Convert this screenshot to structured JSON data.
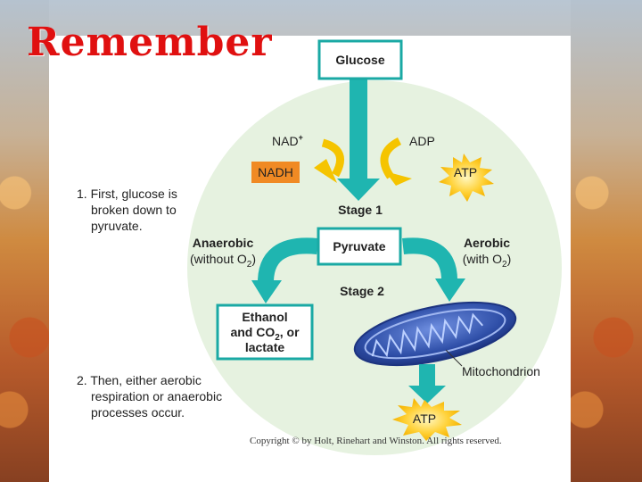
{
  "slide": {
    "title": "Remember"
  },
  "diagram": {
    "glucose": "Glucose",
    "nad_plus": "NAD",
    "nad_plus_sup": "+",
    "nadh": "NADH",
    "adp": "ADP",
    "atp_top": "ATP",
    "stage1": "Stage 1",
    "pyruvate": "Pyruvate",
    "stage2": "Stage 2",
    "anaerobic_line1": "Anaerobic",
    "anaerobic_line2_pre": "(without O",
    "anaerobic_line2_sub": "2",
    "anaerobic_line2_post": ")",
    "aerobic_line1": "Aerobic",
    "aerobic_line2_pre": "(with O",
    "aerobic_line2_sub": "2",
    "aerobic_line2_post": ")",
    "ethanol_line1": "Ethanol",
    "ethanol_line2_pre": "and CO",
    "ethanol_line2_sub": "2",
    "ethanol_line2_post": ", or",
    "ethanol_line3": "lactate",
    "mitochondrion": "Mitochondrion",
    "atp_bottom": "ATP",
    "note1_line1": "1. First, glucose is",
    "note1_line2": "broken down to",
    "note1_line3": "pyruvate.",
    "note2_line1": "2. Then, either aerobic",
    "note2_line2": "respiration or anaerobic",
    "note2_line3": "processes occur.",
    "copyright": "Copyright © by Holt, Rinehart and Winston. All rights reserved."
  },
  "colors": {
    "title": "#e01010",
    "teal": "#1fb5b0",
    "box_border": "#1aa9a4",
    "circle": "#e6f2e0",
    "gold": "#f5c400",
    "nadh_fill": "#f08a24",
    "mito": "#2f4fa8"
  }
}
